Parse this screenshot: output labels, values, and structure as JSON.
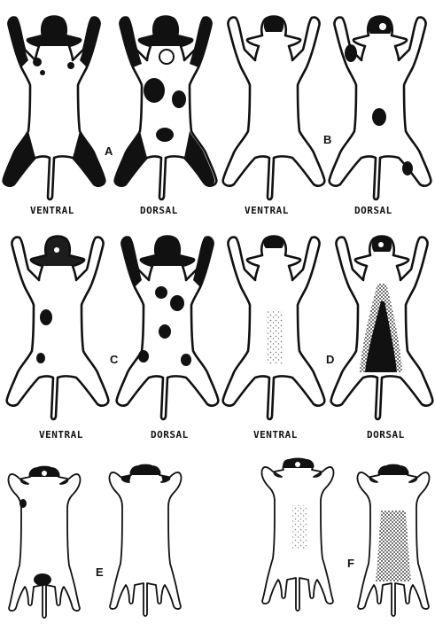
{
  "figure": {
    "panels": [
      {
        "letter": "A",
        "views": [
          "VENTRAL",
          "DORSAL"
        ]
      },
      {
        "letter": "B",
        "views": [
          "VENTRAL",
          "DORSAL"
        ]
      },
      {
        "letter": "C",
        "views": [
          "VENTRAL",
          "DORSAL"
        ]
      },
      {
        "letter": "D",
        "views": [
          "VENTRAL",
          "DORSAL"
        ]
      },
      {
        "letter": "E",
        "views": [
          "",
          ""
        ]
      },
      {
        "letter": "F",
        "views": [
          "",
          ""
        ]
      }
    ],
    "labels": {
      "row1": [
        "VENTRAL",
        "DORSAL",
        "VENTRAL",
        "DORSAL"
      ],
      "row2": [
        "VENTRAL",
        "DORSAL",
        "VENTRAL",
        "DORSAL"
      ]
    },
    "colors": {
      "ink": "#111111",
      "paper": "#ffffff"
    }
  }
}
